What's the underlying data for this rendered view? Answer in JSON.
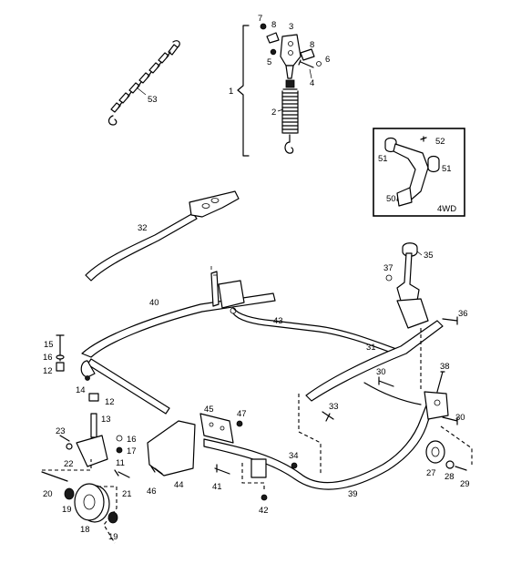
{
  "callouts": [
    {
      "id": "c1",
      "text": "1"
    },
    {
      "id": "c2",
      "text": "2"
    },
    {
      "id": "c3",
      "text": "3"
    },
    {
      "id": "c4",
      "text": "4"
    },
    {
      "id": "c5",
      "text": "5"
    },
    {
      "id": "c6",
      "text": "6"
    },
    {
      "id": "c7",
      "text": "7"
    },
    {
      "id": "c8a",
      "text": "8"
    },
    {
      "id": "c8b",
      "text": "8"
    },
    {
      "id": "c11",
      "text": "11"
    },
    {
      "id": "c12a",
      "text": "12"
    },
    {
      "id": "c12b",
      "text": "12"
    },
    {
      "id": "c13",
      "text": "13"
    },
    {
      "id": "c14",
      "text": "14"
    },
    {
      "id": "c15",
      "text": "15"
    },
    {
      "id": "c16a",
      "text": "16"
    },
    {
      "id": "c16b",
      "text": "16"
    },
    {
      "id": "c17",
      "text": "17"
    },
    {
      "id": "c18",
      "text": "18"
    },
    {
      "id": "c19a",
      "text": "19"
    },
    {
      "id": "c19b",
      "text": "19"
    },
    {
      "id": "c20",
      "text": "20"
    },
    {
      "id": "c21",
      "text": "21"
    },
    {
      "id": "c22",
      "text": "22"
    },
    {
      "id": "c23",
      "text": "23"
    },
    {
      "id": "c27",
      "text": "27"
    },
    {
      "id": "c28",
      "text": "28"
    },
    {
      "id": "c29",
      "text": "29"
    },
    {
      "id": "c30a",
      "text": "30"
    },
    {
      "id": "c30b",
      "text": "30"
    },
    {
      "id": "c31",
      "text": "31"
    },
    {
      "id": "c32",
      "text": "32"
    },
    {
      "id": "c33",
      "text": "33"
    },
    {
      "id": "c34",
      "text": "34"
    },
    {
      "id": "c35",
      "text": "35"
    },
    {
      "id": "c36",
      "text": "36"
    },
    {
      "id": "c37",
      "text": "37"
    },
    {
      "id": "c38",
      "text": "38"
    },
    {
      "id": "c39",
      "text": "39"
    },
    {
      "id": "c40",
      "text": "40"
    },
    {
      "id": "c41",
      "text": "41"
    },
    {
      "id": "c42",
      "text": "42"
    },
    {
      "id": "c43",
      "text": "43"
    },
    {
      "id": "c44",
      "text": "44"
    },
    {
      "id": "c45",
      "text": "45"
    },
    {
      "id": "c46",
      "text": "46"
    },
    {
      "id": "c47",
      "text": "47"
    },
    {
      "id": "c50",
      "text": "50"
    },
    {
      "id": "c51a",
      "text": "51"
    },
    {
      "id": "c51b",
      "text": "51"
    },
    {
      "id": "c52",
      "text": "52"
    },
    {
      "id": "c53",
      "text": "53"
    }
  ],
  "inset": {
    "label": "4WD"
  }
}
